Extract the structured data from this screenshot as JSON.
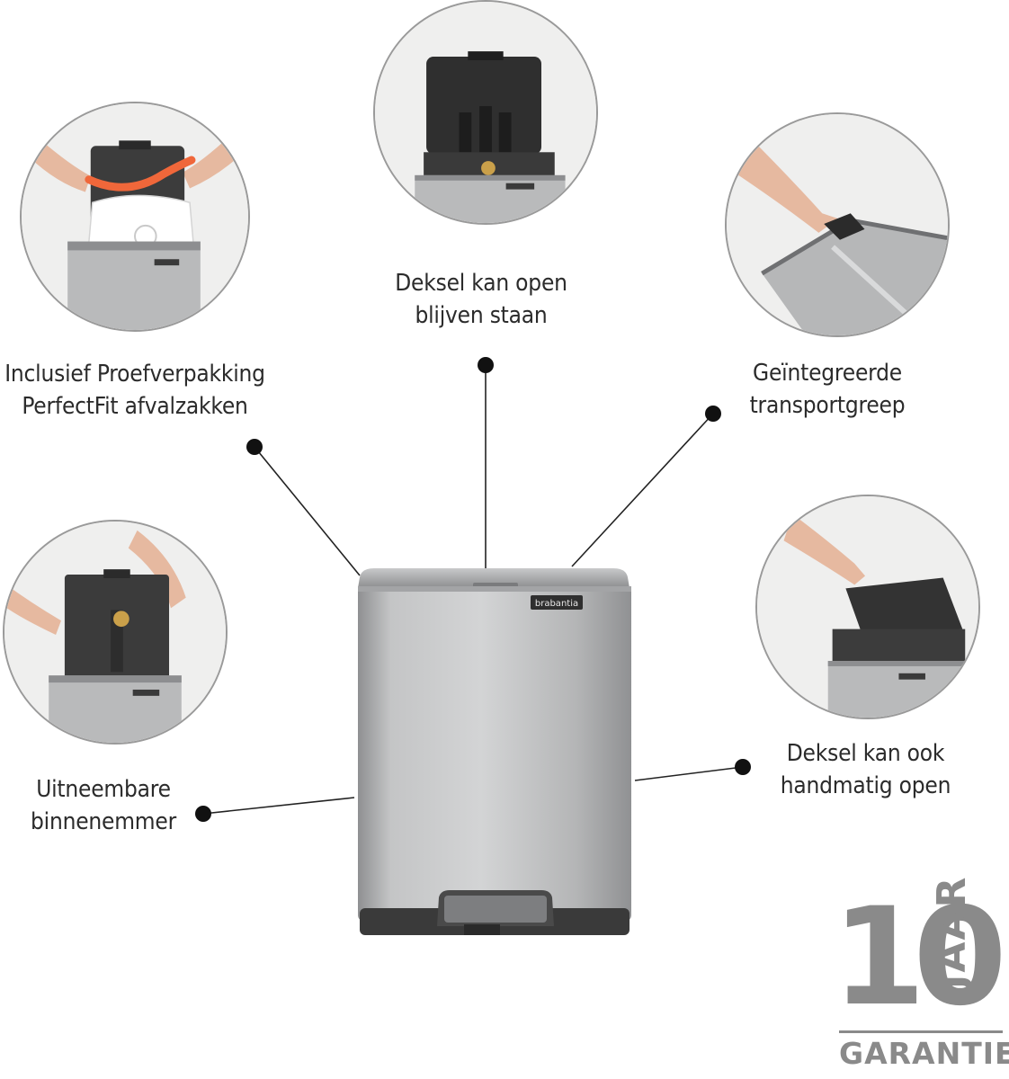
{
  "features": [
    {
      "id": "bags",
      "label_lines": [
        "Inclusief Proefverpakking",
        "PerfectFit afvalzakken"
      ]
    },
    {
      "id": "lid_open",
      "label_lines": [
        "Deksel kan open",
        "blijven staan"
      ]
    },
    {
      "id": "handle",
      "label_lines": [
        "Geïntegreerde",
        "transportgreep"
      ]
    },
    {
      "id": "inner_bucket",
      "label_lines": [
        "Uitneembare",
        "binnenemmer"
      ]
    },
    {
      "id": "manual_open",
      "label_lines": [
        "Deksel kan ook",
        "handmatig open"
      ]
    }
  ],
  "product": {
    "brand": "brabantia"
  },
  "warranty": {
    "number": "10",
    "unit": "JAAR",
    "label": "GARANTIE"
  },
  "colors": {
    "steel": "#b9babb",
    "dark_plastic": "#3a3a3a",
    "badge_gray": "#8a8a8a",
    "bag_orange": "#f0673a"
  }
}
